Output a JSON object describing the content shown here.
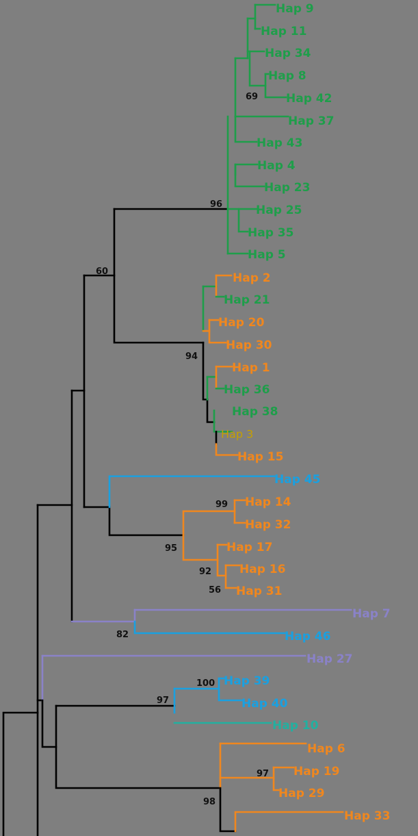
{
  "colors": {
    "background": "#7f7f7f",
    "clade_green": "#1e9e4a",
    "clade_orange": "#f0871e",
    "clade_blue": "#1aa0e0",
    "clade_purple": "#8a82c8",
    "clade_teal": "#22b0a0",
    "haplotype_3": "#c6a000",
    "branch_black": "#000000"
  },
  "taxa": [
    {
      "label": "Hap 9",
      "clade": "green"
    },
    {
      "label": "Hap 11",
      "clade": "green"
    },
    {
      "label": "Hap 34",
      "clade": "green"
    },
    {
      "label": "Hap 8",
      "clade": "green"
    },
    {
      "label": "Hap 42",
      "clade": "green"
    },
    {
      "label": "Hap 37",
      "clade": "green"
    },
    {
      "label": "Hap 43",
      "clade": "green"
    },
    {
      "label": "Hap 4",
      "clade": "green"
    },
    {
      "label": "Hap 23",
      "clade": "green"
    },
    {
      "label": "Hap 25",
      "clade": "green"
    },
    {
      "label": "Hap 35",
      "clade": "green"
    },
    {
      "label": "Hap 5",
      "clade": "green"
    },
    {
      "label": "Hap 2",
      "clade": "orange"
    },
    {
      "label": "Hap 21",
      "clade": "green"
    },
    {
      "label": "Hap 20",
      "clade": "orange"
    },
    {
      "label": "Hap 30",
      "clade": "orange"
    },
    {
      "label": "Hap 1",
      "clade": "orange"
    },
    {
      "label": "Hap 36",
      "clade": "green"
    },
    {
      "label": "Hap 38",
      "clade": "green"
    },
    {
      "label": "Hap 3",
      "clade": "yellow"
    },
    {
      "label": "Hap 15",
      "clade": "orange"
    },
    {
      "label": "Hap 45",
      "clade": "blue"
    },
    {
      "label": "Hap 14",
      "clade": "orange"
    },
    {
      "label": "Hap 32",
      "clade": "orange"
    },
    {
      "label": "Hap 17",
      "clade": "orange"
    },
    {
      "label": "Hap 16",
      "clade": "orange"
    },
    {
      "label": "Hap 31",
      "clade": "orange"
    },
    {
      "label": "Hap 7",
      "clade": "purple"
    },
    {
      "label": "Hap 46",
      "clade": "blue"
    },
    {
      "label": "Hap 27",
      "clade": "purple"
    },
    {
      "label": "Hap 39",
      "clade": "blue"
    },
    {
      "label": "Hap 40",
      "clade": "blue"
    },
    {
      "label": "Hap 10",
      "clade": "teal"
    },
    {
      "label": "Hap 6",
      "clade": "orange"
    },
    {
      "label": "Hap 19",
      "clade": "orange"
    },
    {
      "label": "Hap 29",
      "clade": "orange"
    },
    {
      "label": "Hap 33",
      "clade": "orange"
    }
  ],
  "support_values": [
    "69",
    "96",
    "60",
    "94",
    "99",
    "95",
    "92",
    "56",
    "82",
    "100",
    "97",
    "97",
    "98"
  ]
}
